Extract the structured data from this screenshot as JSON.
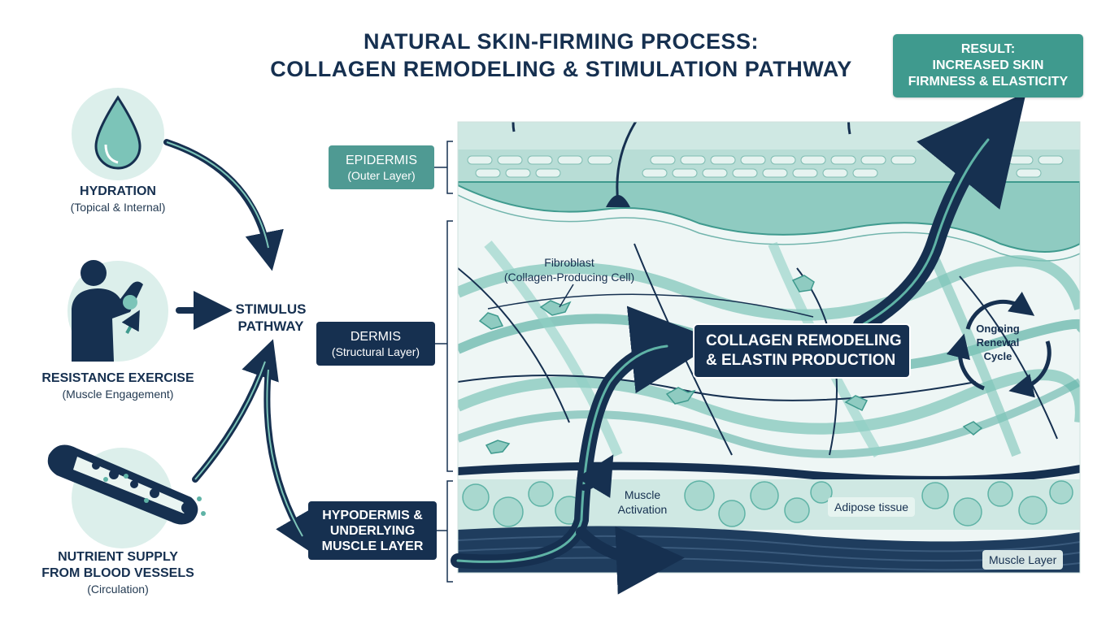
{
  "title": {
    "line1": "NATURAL SKIN-FIRMING PROCESS:",
    "line2": "COLLAGEN REMODELING & STIMULATION PATHWAY"
  },
  "result": {
    "line1": "RESULT:",
    "line2": "INCREASED SKIN",
    "line3": "FIRMNESS & ELASTICITY"
  },
  "sources": [
    {
      "name": "HYDRATION",
      "detail": "(Topical & Internal)",
      "icon": "water-drop-icon"
    },
    {
      "name": "RESISTANCE EXERCISE",
      "detail": "(Muscle Engagement)",
      "icon": "flexing-person-icon"
    },
    {
      "name": "NUTRIENT SUPPLY",
      "name2": "FROM BLOOD VESSELS",
      "detail": "(Circulation)",
      "icon": "blood-vessel-icon"
    }
  ],
  "stimulus": {
    "line1": "STIMULUS",
    "line2": "PATHWAY"
  },
  "layers": {
    "epidermis": {
      "name": "EPIDERMIS",
      "detail": "(Outer Layer)"
    },
    "dermis": {
      "name": "DERMIS",
      "detail": "(Structural Layer)"
    },
    "hypodermis": {
      "line1": "HYPODERMIS &",
      "line2": "UNDERLYING",
      "line3": "MUSCLE LAYER"
    }
  },
  "fibroblast": {
    "name": "Fibroblast",
    "detail": "(Collagen-Producing Cell)"
  },
  "collagen": {
    "line1": "COLLAGEN REMODELING",
    "line2": "& ELASTIN PRODUCTION"
  },
  "renewal": {
    "line1": "Ongoing",
    "line2": "Renewal",
    "line3": "Cycle"
  },
  "muscle_activation": {
    "line1": "Muscle",
    "line2": "Activation"
  },
  "adipose": "Adipose tissue",
  "muscle_layer": "Muscle Layer",
  "colors": {
    "navy": "#163050",
    "teal": "#3f9a8e",
    "light_teal": "#dcefeb",
    "mint": "#7cc4b8"
  }
}
